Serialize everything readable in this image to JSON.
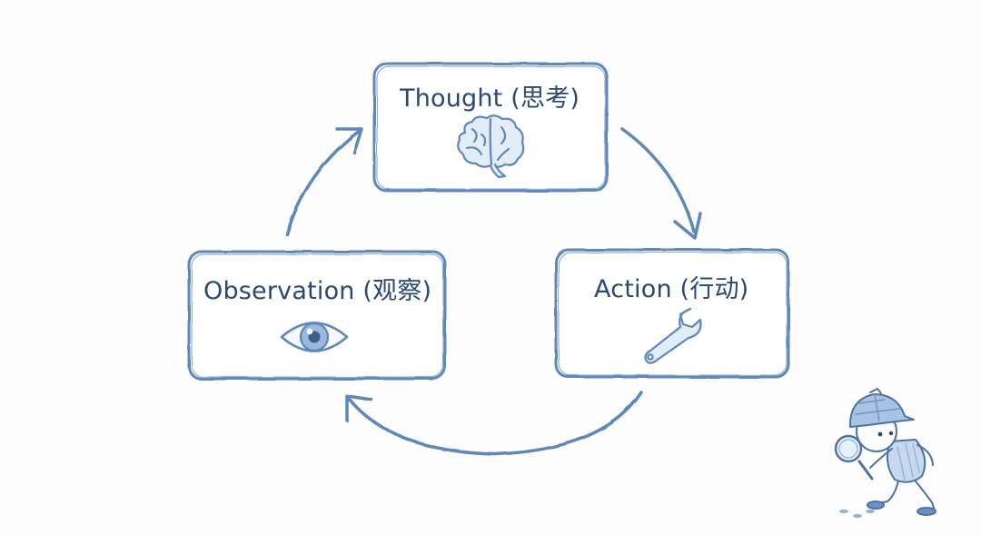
{
  "diagram": {
    "type": "cycle",
    "nodes": [
      {
        "id": "thought",
        "label": "Thought (思考)",
        "icon": "brain-icon"
      },
      {
        "id": "action",
        "label": "Action (行动)",
        "icon": "wrench-icon"
      },
      {
        "id": "observation",
        "label": "Observation (观察)",
        "icon": "eye-icon"
      }
    ],
    "edges": [
      {
        "from": "thought",
        "to": "action"
      },
      {
        "from": "action",
        "to": "observation"
      },
      {
        "from": "observation",
        "to": "thought"
      }
    ],
    "decoration": "detective-with-magnifying-glass-illustration"
  },
  "colors": {
    "stroke": "#5f87b8",
    "text": "#2b4870",
    "fill_light": "#dde8f5",
    "background": "#fdfdfd"
  }
}
